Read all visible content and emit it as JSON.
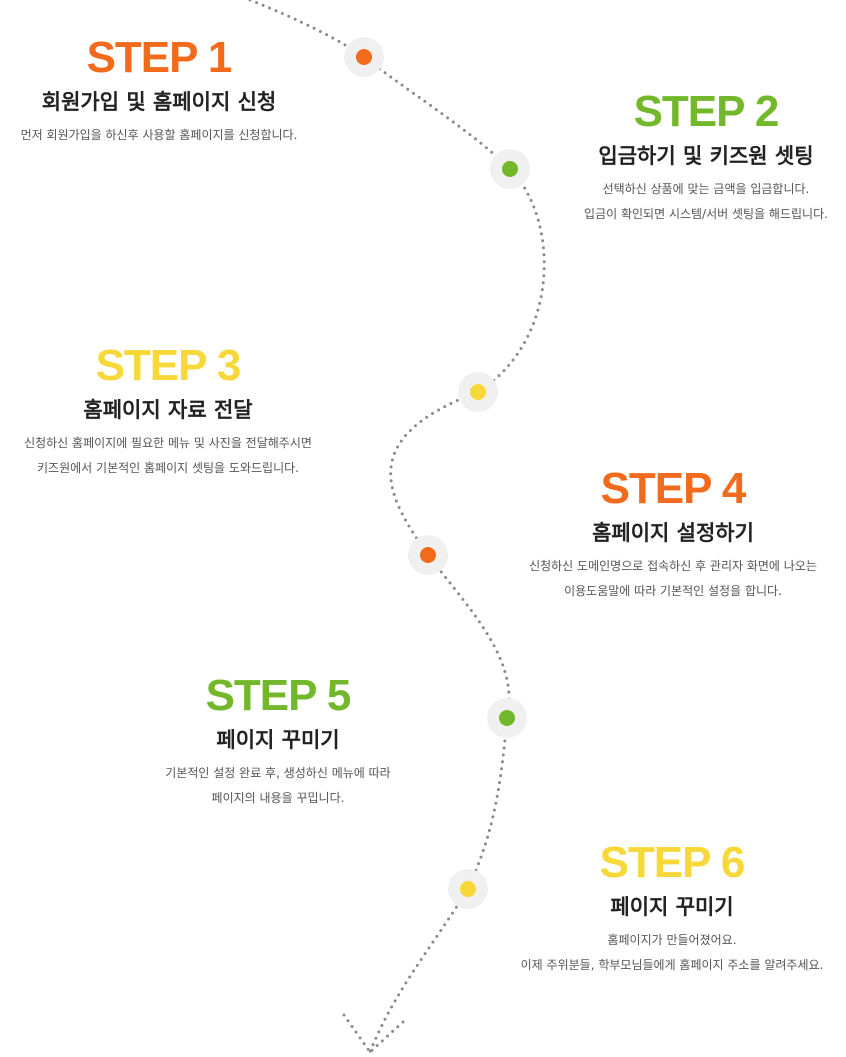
{
  "colors": {
    "orange": "#f26b1d",
    "green": "#72b82a",
    "yellow": "#f7d838",
    "dots": "#8a8a8a",
    "halo": "#f0f0f0"
  },
  "steps": [
    {
      "label": "STEP 1",
      "title": "회원가입 및 홈페이지 신청",
      "lines": [
        "먼저 회원가입을 하신후 사용할 홈페이지를 신청합니다."
      ],
      "color": "orange"
    },
    {
      "label": "STEP 2",
      "title": "입금하기 및 키즈원 셋팅",
      "lines": [
        "선택하신 상품에 맞는 금액을 입금합니다.",
        "입금이 확인되면 시스템/서버 셋팅을 해드립니다."
      ],
      "color": "green"
    },
    {
      "label": "STEP 3",
      "title": "홈페이지 자료 전달",
      "lines": [
        "신청하신 홈페이지에 필요한 메뉴 및 사진을 전달해주시면",
        "키즈원에서 기본적인 홈페이지 셋팅을 도와드립니다."
      ],
      "color": "yellow"
    },
    {
      "label": "STEP 4",
      "title": "홈페이지 설정하기",
      "lines": [
        "신청하신 도메인명으로 접속하신 후 관리자 화면에 나오는",
        "이용도움말에 따라 기본적인 설정을 합니다."
      ],
      "color": "orange"
    },
    {
      "label": "STEP 5",
      "title": "페이지 꾸미기",
      "lines": [
        "기본적인 설정 완료 후, 생성하신 메뉴에 따라",
        "페이지의 내용을 꾸밉니다."
      ],
      "color": "green"
    },
    {
      "label": "STEP 6",
      "title": "페이지 꾸미기",
      "lines": [
        "홈페이지가 만들어졌어요.",
        "이제 주위분들, 학부모님들에게 홈페이지 주소를 알려주세요."
      ],
      "color": "yellow"
    }
  ]
}
